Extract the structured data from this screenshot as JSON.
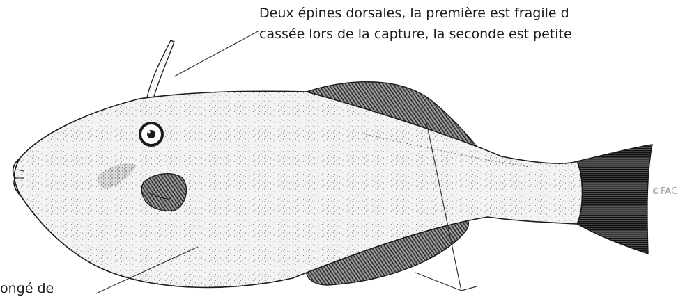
{
  "captions": {
    "dorsal_spines_line1": "Deux épines dorsales, la première est fragile d",
    "dorsal_spines_line2": "cassée lors de la capture, la seconde est petite",
    "body_partial": "ongé de"
  },
  "copyright": "©FAC",
  "colors": {
    "ink": "#1b1b1b",
    "body_fill": "#f1f1f1",
    "fin_fill": "#8a8a8a",
    "tail_fill": "#2a2a2a",
    "copyright": "#9a9a9a"
  }
}
